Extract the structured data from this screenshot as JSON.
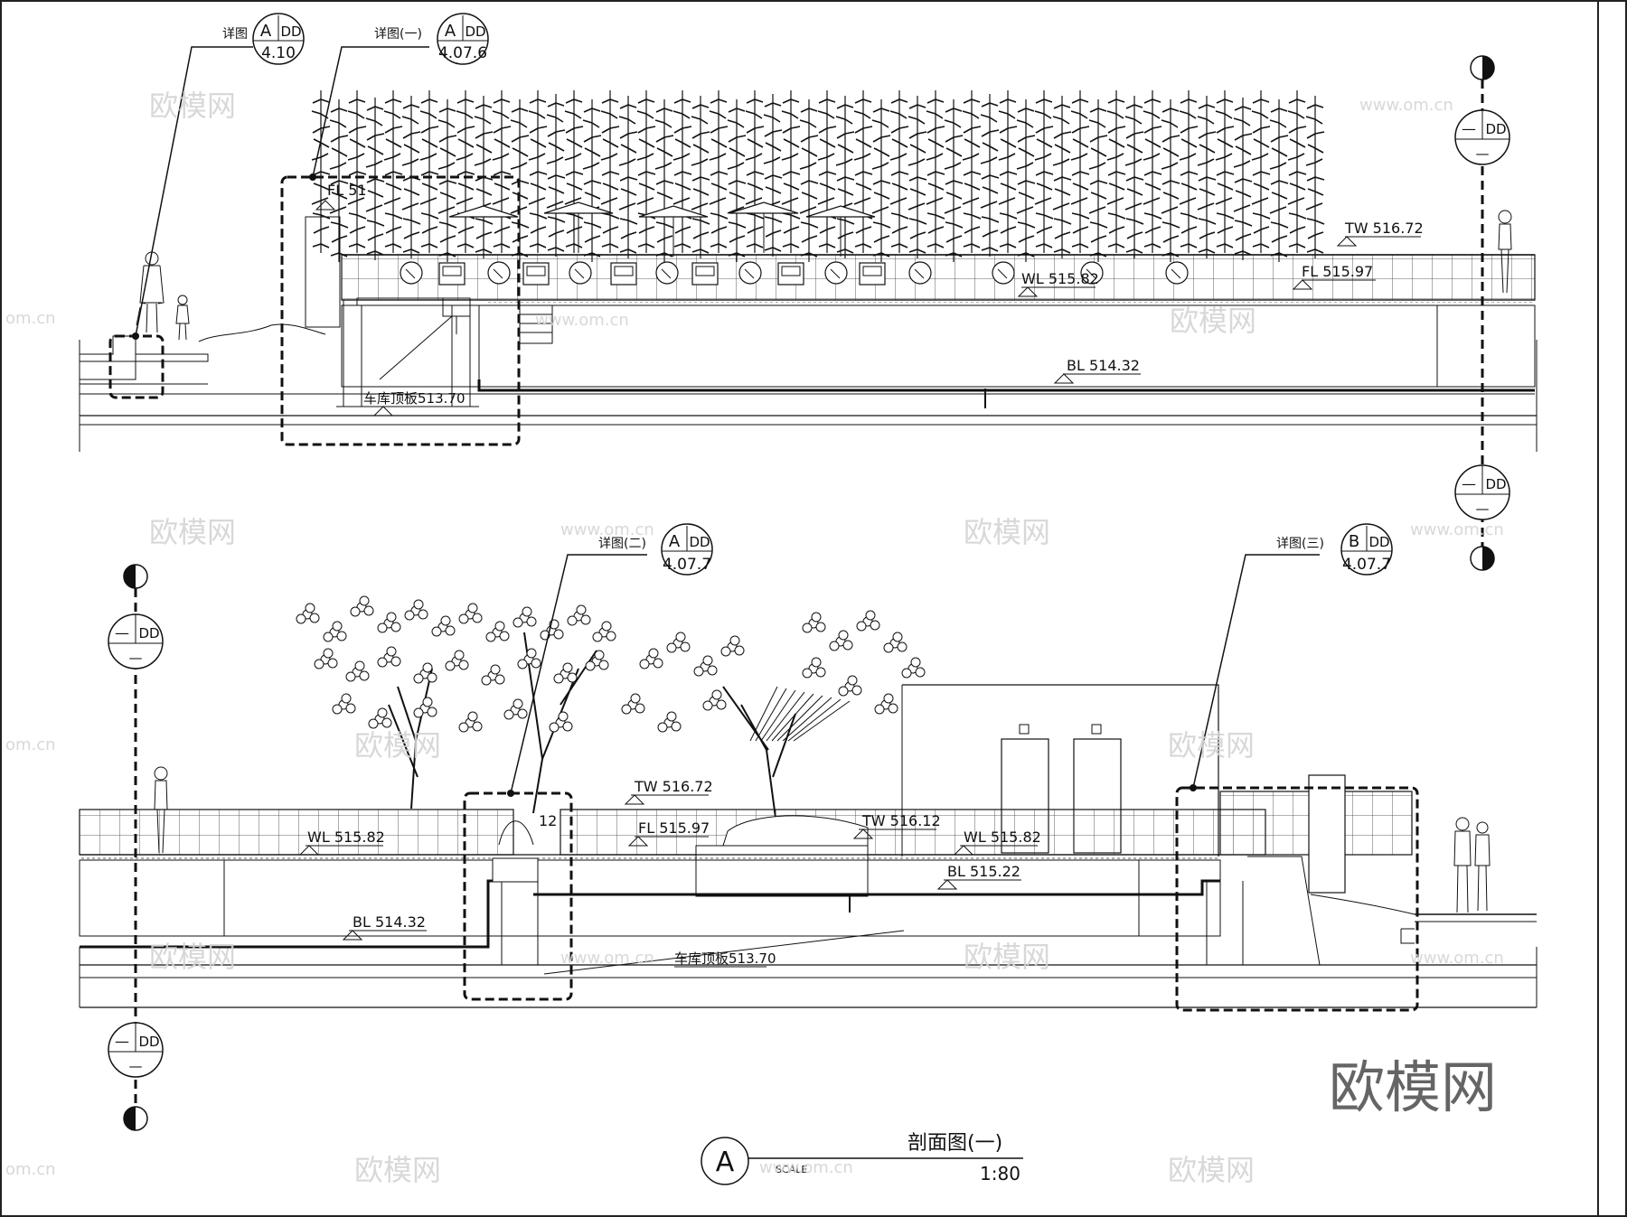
{
  "drawing": {
    "title": "剖面图(一)",
    "section_label": "A",
    "scale_label": "SCALE",
    "scale_value": "1:80"
  },
  "upper_section": {
    "callouts": [
      {
        "label": "详图",
        "letter": "A",
        "sheet": "DD",
        "number": "4.10"
      },
      {
        "label": "详图(一)",
        "letter": "A",
        "sheet": "DD",
        "number": "4.07.6"
      }
    ],
    "elevations": {
      "fl_left": "FL 51",
      "tw": "TW 516.72",
      "wl": "WL 515.82",
      "fl_right": "FL 515.97",
      "bl": "BL 514.32",
      "garage_roof": "车库顶板513.70"
    },
    "cut_markers": [
      {
        "letter": "—",
        "sheet": "DD",
        "number": "—"
      },
      {
        "letter": "—",
        "sheet": "DD",
        "number": "—"
      }
    ]
  },
  "lower_section": {
    "callouts": [
      {
        "label": "详图(二)",
        "letter": "A",
        "sheet": "DD",
        "number": "4.07.7"
      },
      {
        "label": "详图(三)",
        "letter": "B",
        "sheet": "DD",
        "number": "4.07.7"
      }
    ],
    "elevations": {
      "wl_left": "WL 515.82",
      "planter": "12",
      "tw_left": "TW 516.72",
      "fl": "FL 515.97",
      "tw_right": "TW 516.12",
      "wl_right": "WL 515.82",
      "bl_right": "BL 515.22",
      "bl_left": "BL 514.32",
      "garage_roof": "车库顶板513.70"
    },
    "cut_markers": [
      {
        "letter": "—",
        "sheet": "DD",
        "number": "—"
      },
      {
        "letter": "—",
        "sheet": "DD",
        "number": "—"
      }
    ]
  },
  "watermark": {
    "brand": "欧模网",
    "url": "www.om.cn",
    "domain": "om.cn"
  }
}
